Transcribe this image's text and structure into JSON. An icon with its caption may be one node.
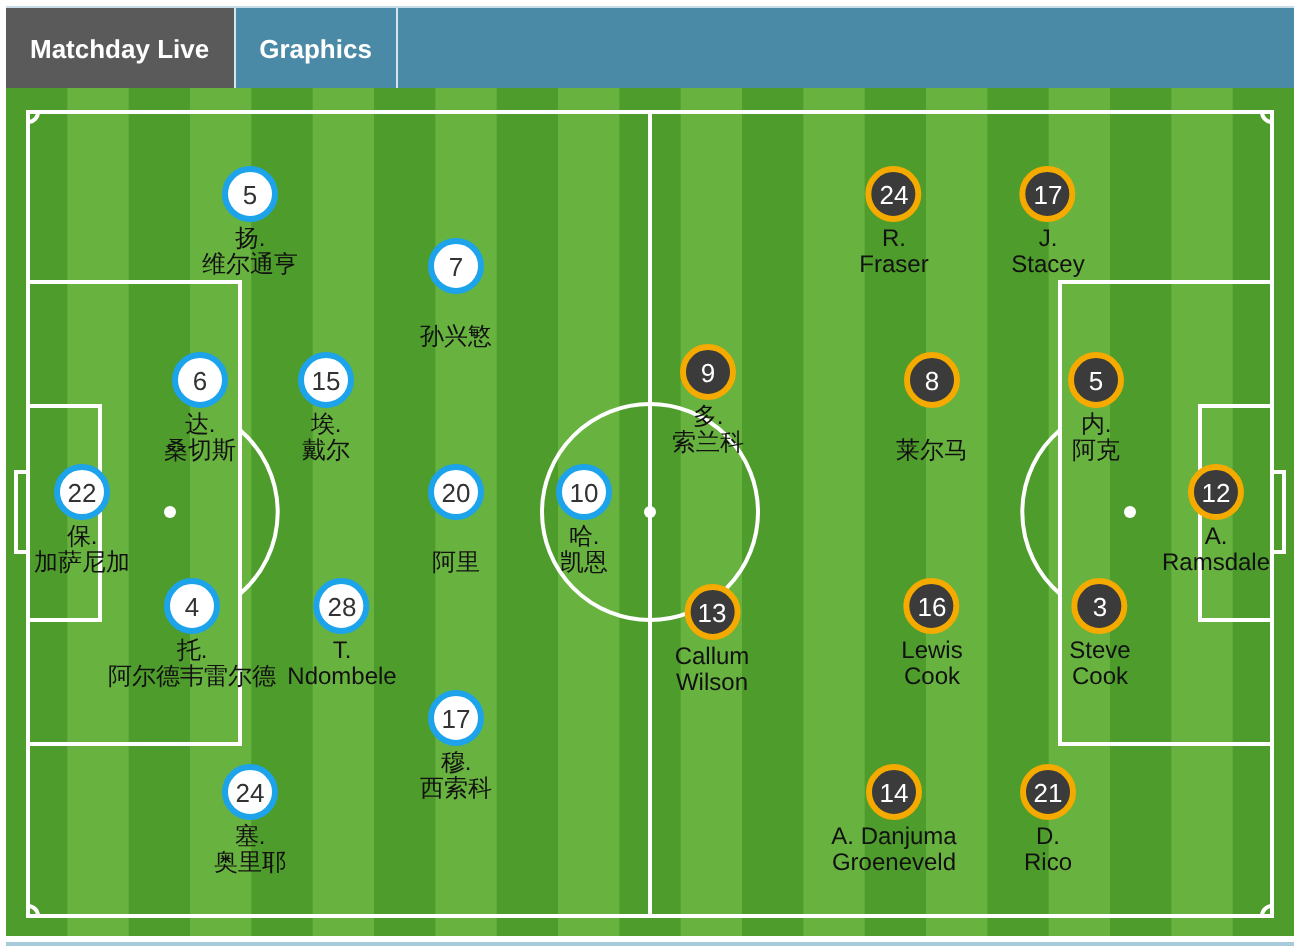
{
  "diagram": {
    "nodes": [
      {
        "text": [
          "5",
          "扬. 维尔通亨"
        ]
      },
      {
        "text": [
          "7",
          "孙兴慜"
        ]
      },
      {
        "text": [
          "6",
          "达. 桑切斯"
        ]
      },
      {
        "text": [
          "15",
          "埃. 戴尔"
        ]
      },
      {
        "text": [
          "22",
          "保. 加萨尼加"
        ]
      },
      {
        "text": [
          "20",
          "阿里"
        ]
      },
      {
        "text": [
          "10",
          "哈. 凯恩"
        ]
      },
      {
        "text": [
          "4",
          "托. 阿尔德韦雷尔德"
        ]
      },
      {
        "text": [
          "28",
          "T. Ndombele"
        ]
      },
      {
        "text": [
          "17",
          "穆. 西索科"
        ]
      },
      {
        "text": [
          "24",
          "塞. 奥里耶"
        ]
      },
      {
        "text": [
          "24",
          "R. Fraser"
        ]
      },
      {
        "text": [
          "17",
          "J. Stacey"
        ]
      },
      {
        "text": [
          "9",
          "多. 索兰科"
        ]
      },
      {
        "text": [
          "8",
          "莱尔马"
        ]
      },
      {
        "text": [
          "5",
          "内. 阿克"
        ]
      },
      {
        "text": [
          "12",
          "A. Ramsdale"
        ]
      },
      {
        "text": [
          "13",
          "Callum Wilson"
        ]
      },
      {
        "text": [
          "16",
          "Lewis Cook"
        ]
      },
      {
        "text": [
          "3",
          "Steve Cook"
        ]
      },
      {
        "text": [
          "14",
          "A. Danjuma Groeneveld"
        ]
      },
      {
        "text": [
          "21",
          "D. Rico"
        ]
      }
    ],
    "labels": [
      "Matchday Live",
      "Graphics"
    ]
  }
}
